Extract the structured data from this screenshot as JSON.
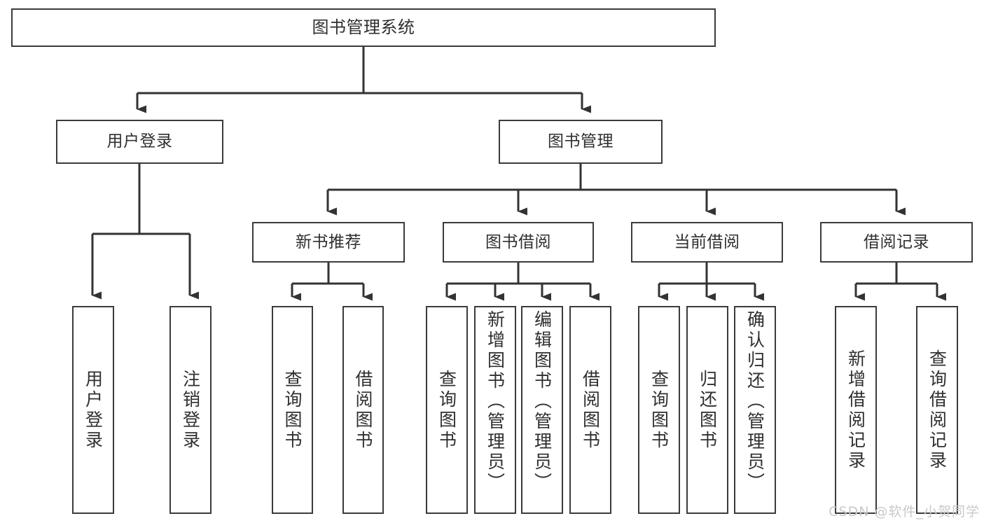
{
  "diagram": {
    "type": "tree",
    "title": "图书管理系统",
    "watermark": "CSDN @软件_小贺同学",
    "colors": {
      "box_border": "#3b3b3b",
      "box_fill": "#ffffff",
      "edge": "#333333",
      "text": "#2f2f2f",
      "watermark": "#c9c9c9",
      "background": "#ffffff"
    },
    "nodes": {
      "root": {
        "label": "图书管理系统"
      },
      "level2": [
        {
          "id": "user-login",
          "label": "用户登录"
        },
        {
          "id": "book-manage",
          "label": "图书管理"
        }
      ],
      "level3": [
        {
          "id": "new-book-recommend",
          "label": "新书推荐"
        },
        {
          "id": "book-borrow",
          "label": "图书借阅"
        },
        {
          "id": "current-borrow",
          "label": "当前借阅"
        },
        {
          "id": "borrow-record",
          "label": "借阅记录"
        }
      ],
      "leaves": {
        "user_login": [
          {
            "id": "leaf-user-login",
            "label": "用户登录"
          },
          {
            "id": "leaf-user-logout",
            "label": "注销登录"
          }
        ],
        "new_book_recommend": [
          {
            "id": "leaf-query-book-1",
            "label": "查询图书"
          },
          {
            "id": "leaf-borrow-book-1",
            "label": "借阅图书"
          }
        ],
        "book_borrow": [
          {
            "id": "leaf-query-book-2",
            "label": "查询图书"
          },
          {
            "id": "leaf-add-book",
            "label": "新增图书（管理员）"
          },
          {
            "id": "leaf-edit-book",
            "label": "编辑图书（管理员）"
          },
          {
            "id": "leaf-borrow-book-2",
            "label": "借阅图书"
          }
        ],
        "current_borrow": [
          {
            "id": "leaf-query-book-3",
            "label": "查询图书"
          },
          {
            "id": "leaf-return-book",
            "label": "归还图书"
          },
          {
            "id": "leaf-confirm-return",
            "label": "确认归还（管理员）"
          }
        ],
        "borrow_record": [
          {
            "id": "leaf-add-record",
            "label": "新增借阅记录"
          },
          {
            "id": "leaf-query-record",
            "label": "查询借阅记录"
          }
        ]
      }
    }
  }
}
